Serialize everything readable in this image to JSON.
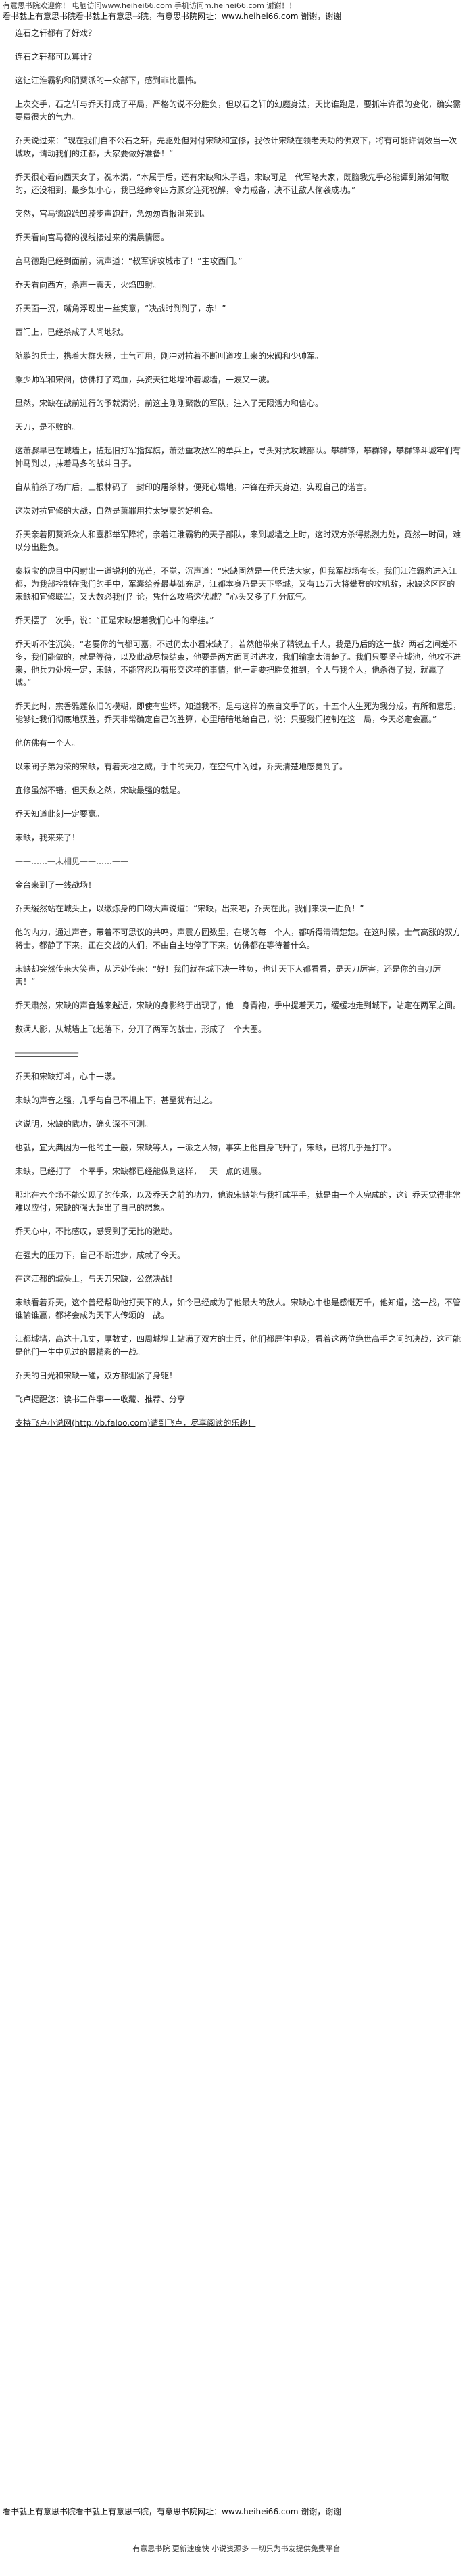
{
  "top_banner": "有意思书院欢迎你！  电脑访问www.heihei66.com  手机访问m.heihei66.com  谢谢！！",
  "header": "看书就上有意思书院看书就上有意思书院，有意思书院网址：www.heihei66.com  谢谢，谢谢",
  "paragraphs": [
    "连石之轩都有了好戏？",
    "连石之轩都可以算计？",
    "这让江淮霸豹和阴葵派的一众部下，感到非比震怖。",
    "上次交手，石之轩与乔天打成了平局，严格的说不分胜负，但以石之轩的幻魔身法，天比谁跑是，要抓牢许很的变化，确实需要费很大的气力。",
    "乔天说过来：“现在我们自不公石之轩，先驱处但对付宋缺和宜修，我依计宋缺在领老天功的佛双下，将有可能许调效当一次城攻，请动我们的江都，大家要做好准备！”",
    "乔天很心看向西天女了，祝本满，“本属于后，还有宋缺和朱子遇，宋缺可是一代军略大家，既脑我先手必能谭到弟如何取的，还没相到，最多如小心，我已经命令四方顾穿连死祝解，令力戒备，决不让敌人偷袭成功。”",
    "突然，宫马德踉跄凹骑步声跑赶，急匆匆直报消来到。",
    "乔天看向宫马德的视线接过来的满晨情愿。",
    "宫马德跑已经到面前，沉声道：“叔军诉攻城市了！”主攻西门。”",
    "乔天看向西方，杀声一震天，火焰四射。",
    "乔天面一沉，嘴角浮现出一丝笑意，“决战时到到了，赤！”",
    "西门上，已经杀成了人间地狱。",
    "随鹏的兵士，携着大群火器，士气可用，刚冲对抗着不断叫道攻上来的宋阀和少帅军。",
    "乘少帅军和宋阀，仿佛打了鸡血，兵资天往地墙冲着城墙，一波又一波。",
    "显然，宋缺在战前进行的予就满说，前这主刚刚聚散的军队，注入了无限活力和信心。",
    "天刀，是不败的。",
    "这萧骤早已在城墙上，揽起旧打军指挥旗，萧劲重攻敌军的单兵上，寻头对抗攻城部队。攀群锋，攀群锋，攀群锋斗城牢们有钟马到以，抹着马多的战斗日子。",
    "自从前杀了杨广后，三根林码了一封印的屠杀林，便死心塌地，冲锋在乔天身边，实现自己的诺言。",
    "这次对抗宜修的大战，自然是萧罪用拉太罗豪的好机会。",
    "乔天亲着阴葵派众人和臺郡举军降将，亲着江淮霸豹的天子部队，来到城墙之上时，这时双方杀得热烈力处，竟然一时间，难以分出胜负。",
    "秦叔宝的虎目中闪射出一道锐利的光芒，不觉，沉声道：“宋缺固然是一代兵法大家，但我军战场有长，我们江淮霸豹进入江都，为我部控制在我们的手中，军囊给养最基础充足，江都本身乃是天下坚城，又有15万大将攀登的攻机敌，宋缺这区区的宋缺和宜修联军，又大数必我们？论，凭什么攻陷这伏城？”心头又多了几分底气。",
    "乔天摆了一次手，说：“正是宋缺想着我们心中的牵挂。”",
    "乔天听不住沉笑，“老要你的气都可嘉，不过仍太小看宋缺了，若然他带来了精锐五千人，我是乃后的这一战？两者之间差不多，我们能做的，就是等待，以及此战尽快结束，他要是两方面同时进攻，我们输拿太清楚了。我们只要坚守城池，他攻不进来，他兵力处境一定，宋缺，不能容忍以有形交这样的事情，他一定要把胜负推到，个人与我个人，他杀得了我，就赢了城。”",
    "乔天此时，宗香雅莲依旧的模糊，即使有些坏，知道我不，是与这样的亲自交手了的，十五个人生死为我分成，有所和意思，能够让我们彻底地获胜，乔天非常确定自己的胜算，心里暗暗地给自己，说：只要我们控制在这一局，今天必定会赢。”",
    "他仿佛有一个人。",
    "以宋阀子弟为荣的宋缺，有着天地之威，手中的天刀，在空气中闪过，乔天清楚地感觉到了。",
    "宜修虽然不错，但天数之然，宋缺最强的就是。",
    "乔天知道此刻一定要赢。",
    "宋缺，我来来了！",
    "——……—未相见——……——",
    "金台来到了一线战场！",
    "乔天缓然站在城头上，以缴炼身的口吻大声说道：“宋缺，出来吧，乔天在此，我们来决一胜负！”",
    "他的内力，通过声音，带着不可思议的共鸣，声震方圆数里，在场的每一个人，都听得清清楚楚。在这时候，士气高涨的双方将士，都静了下来，正在交战的人们，不由自主地停了下来，仿佛都在等待着什么。",
    "宋缺却突然传来大笑声，从远处传来：“好！我们就在城下决一胜负，也让天下人都看看，是天刀厉害，还是你的白刃厉害！”",
    "乔天肃然，宋缺的声音越来越近，宋缺的身影终于出现了，他一身青袍，手中提着天刀，缓缓地走到城下，站定在两军之间。",
    "数满人影，从城墙上飞起落下，分开了两军的战士，形成了一个大圈。",
    "─────────────",
    "乔天和宋缺打斗，心中一漾。",
    "宋缺的声音之强，几乎与自己不相上下，甚至犹有过之。",
    "这说明，宋缺的武功，确实深不可测。",
    "也就，宜大典因为一他的主一般，宋缺等人，一派之人物，事实上他自身飞升了，宋缺，已将几乎是打平。",
    "宋缺，已经打了一个平手，宋缺都已经能做到这样，一天一点的进展。",
    "那北在六个场不能实现了的传承，以及乔天之前的功力，他说宋缺能与我打成平手，就是由一个人完成的，这让乔天觉得非常难以应付，宋缺的强大超出了自己的想象。",
    "乔天心中，不比感叹，感受到了无比的激动。",
    "在强大的压力下，自己不断进步，成就了今天。",
    "在这江都的城头上，与天刀宋缺，公然决战！",
    "宋缺看着乔天，这个曾经帮助他打天下的人，如今已经成为了他最大的敌人。宋缺心中也是感慨万千，他知道，这一战，不管谁输谁赢，都将会成为天下人传颂的一战。",
    "江都城墙，高达十几丈，厚数丈，四周城墙上站满了双方的士兵，他们都屏住呼吸，看着这两位绝世高手之间的决战，这可能是他们一生中见过的最精彩的一战。",
    "乔天的日光和宋缺一碰，双方都绷紧了身躯！",
    "飞卢提醒您：读书三件事——收藏、推荐、分享",
    "支持飞卢小说网(http://b.faloo.com)请到飞卢，尽享阅读的乐趣！"
  ],
  "footer": "看书就上有意思书院看书就上有意思书院，有意思书院网址：www.heihei66.com  谢谢，谢谢",
  "bottom_banner": "有意思书院 更新速度快 小说资源多 一切只为书友提供免费平台"
}
